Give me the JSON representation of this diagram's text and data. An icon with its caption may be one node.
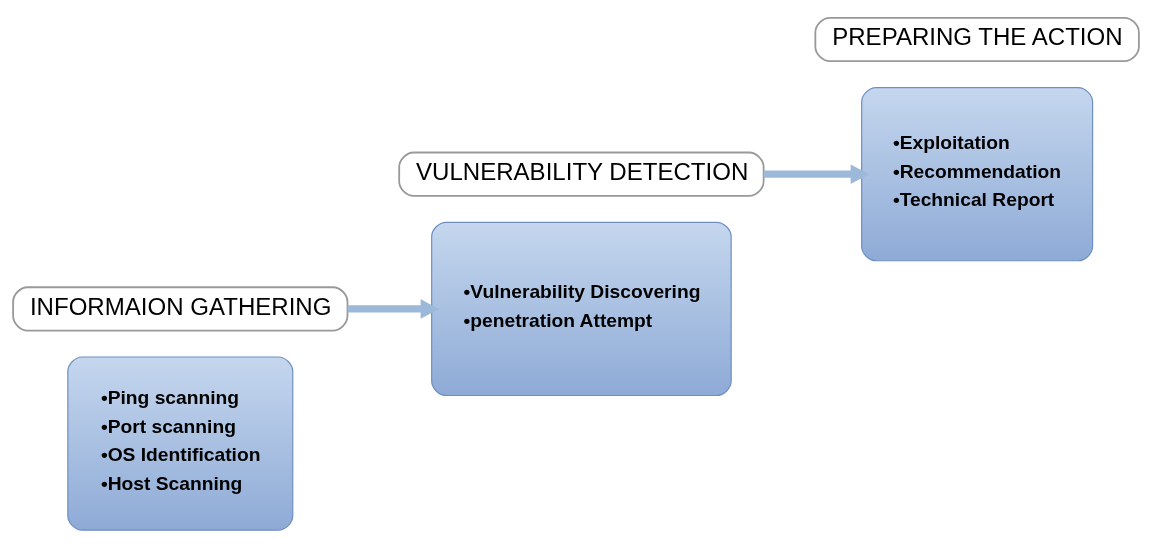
{
  "diagram": {
    "nodes": [
      {
        "text": [
          "•Ping scanning",
          "•Port scanning",
          "•OS Identification",
          "•Host Scanning"
        ]
      },
      {
        "text": [
          "INFORMAION GATHERING"
        ]
      },
      {
        "text": [
          "VULNERABILITY DETECTION"
        ]
      },
      {
        "text": [
          "•Vulnerability Discovering",
          "•penetration Attempt"
        ]
      },
      {
        "text": [
          "•Exploitation",
          "•Recommendation",
          "•Technical Report"
        ]
      },
      {
        "text": [
          "PREPARING THE ACTION"
        ]
      }
    ],
    "edges": [
      {
        "from": 1,
        "to": 3,
        "arrow": "to"
      },
      {
        "from": 2,
        "to": 4,
        "arrow": "to"
      }
    ]
  }
}
